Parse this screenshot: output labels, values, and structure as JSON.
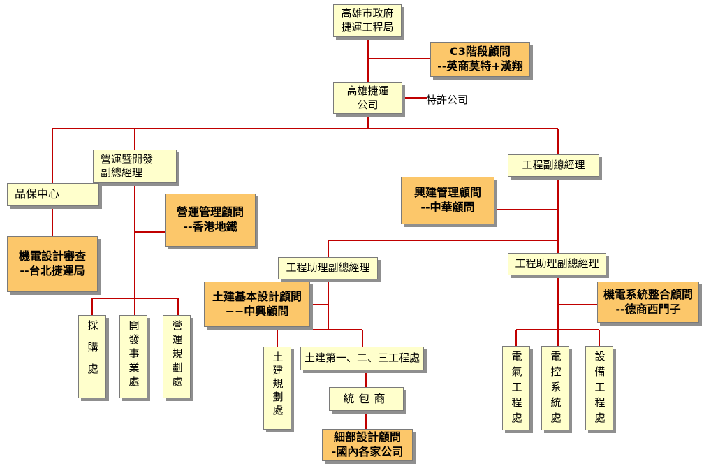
{
  "nodes": {
    "kaohsiung_gov": {
      "line1": "高雄市政府",
      "line2": "捷運工程局"
    },
    "c3_consultant": {
      "line1": "C3階段顧問",
      "line2": "--英商莫特+漢翔"
    },
    "krtc": {
      "line1": "高雄捷運",
      "line2": "公司"
    },
    "concession": "特許公司",
    "ops_dev_vp": {
      "line1": "營運暨開發",
      "line2": "副總經理"
    },
    "qa_center": "品保中心",
    "ops_mgmt_consultant": {
      "line1": "營運管理顧問",
      "line2": "--香港地鐵"
    },
    "em_design_review": {
      "line1": "機電設計審查",
      "line2": "--台北捷運局"
    },
    "procurement": "採購處",
    "development": "開發事業處",
    "ops_planning": "營運規劃處",
    "eng_vp": "工程副總經理",
    "construction_consultant": {
      "line1": "興建管理顧問",
      "line2": "--中華顧問"
    },
    "asst_vp_civil": "工程助理副總經理",
    "asst_vp_em": "工程助理副總經理",
    "civil_basic_consultant": {
      "line1": "土建基本設計顧問",
      "line2": "−−中興顧問"
    },
    "civil_planning": "土建規劃處",
    "civil_offices": "土建第一、二、三工程處",
    "contractor": "統包商",
    "detail_design_consultant": {
      "line1": "細部設計顧問",
      "line2": "-國內各家公司"
    },
    "em_integration_consultant": {
      "line1": "機電系統整合顧問",
      "line2": "--德商西門子"
    },
    "electrical": "電氣工程處",
    "electronic_control": "電控系統處",
    "equipment": "設備工程處"
  },
  "colors": {
    "connector": "#c00000",
    "box_light": "#ffffcc",
    "box_orange": "#fcc76a",
    "shadow": "#8f8f8f"
  }
}
